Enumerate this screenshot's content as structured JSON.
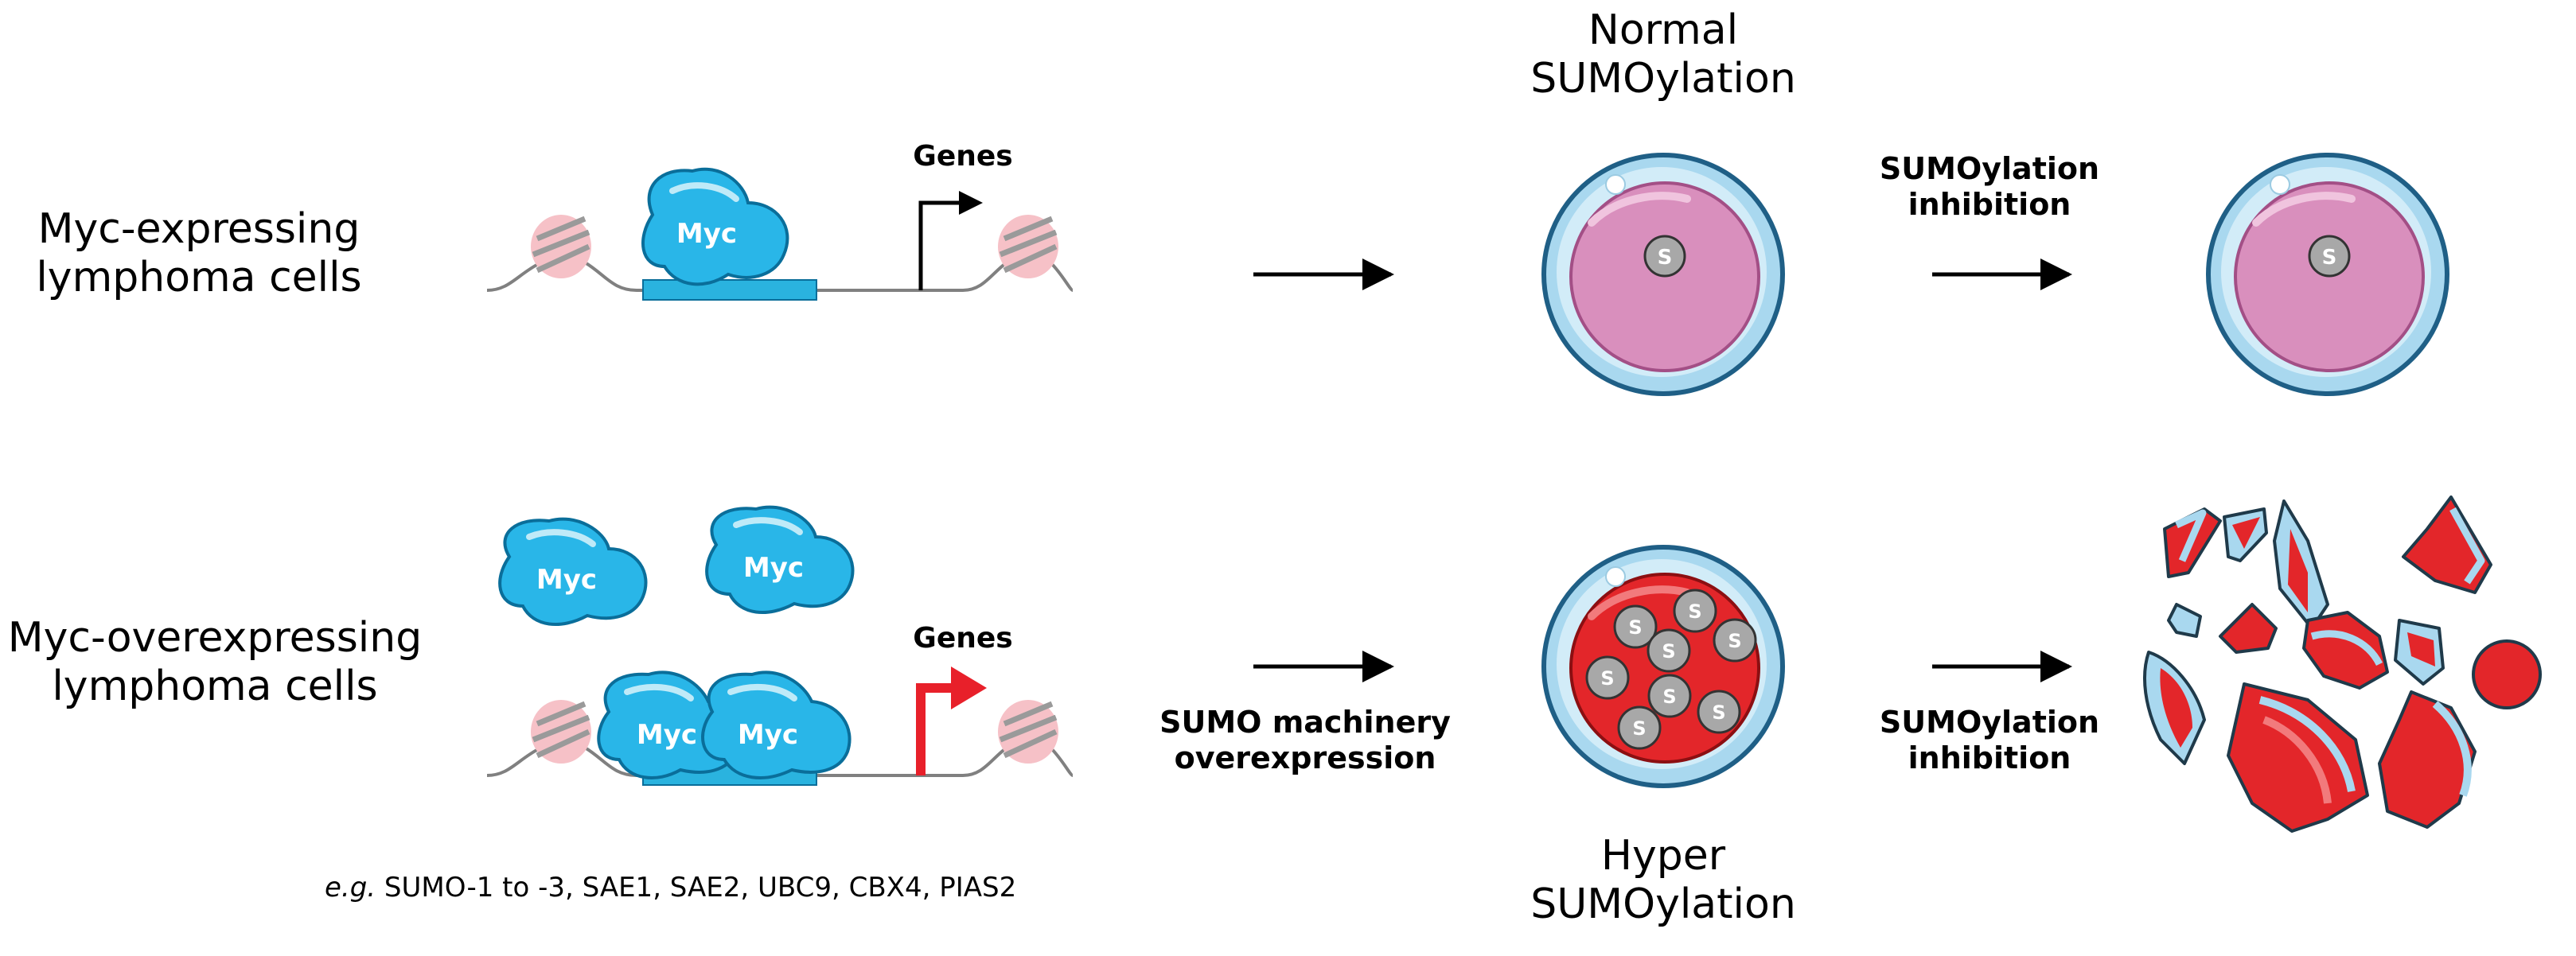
{
  "rows": {
    "top": {
      "label_line1": "Myc-expressing",
      "label_line2": "lymphoma cells"
    },
    "bottom": {
      "label_line1": "Myc-overexpressing",
      "label_line2": "lymphoma cells"
    }
  },
  "genes_label": "Genes",
  "myc_label": "Myc",
  "sumo_label": "S",
  "states": {
    "normal": {
      "line1": "Normal",
      "line2": "SUMOylation"
    },
    "hyper": {
      "line1": "Hyper",
      "line2": "SUMOylation"
    }
  },
  "arrows": {
    "sumo_machinery": {
      "line1": "SUMO machinery",
      "line2": "overexpression"
    },
    "inhibition_top": {
      "line1": "SUMOylation",
      "line2": "inhibition"
    },
    "inhibition_bottom": {
      "line1": "SUMOylation",
      "line2": "inhibition"
    }
  },
  "footnote": {
    "prefix": "e.g.",
    "text": " SUMO-1 to -3, SAE1, SAE2, UBC9, CBX4, PIAS2"
  },
  "colors": {
    "myc_fill": "#29b6e8",
    "myc_stroke": "#0a6e9a",
    "promoter_box": "#2ab3df",
    "nucleosome": "#f2a4ad",
    "dna_line": "#808080",
    "gene_arrow_normal": "#000000",
    "gene_arrow_active": "#e8202a",
    "cell_membrane": "#a9d8ef",
    "cell_outline": "#1f5f86",
    "nucleus_normal": "#d98fbd",
    "nucleus_hyper": "#e3262a",
    "sumo_dot": "#a8a8a8"
  }
}
